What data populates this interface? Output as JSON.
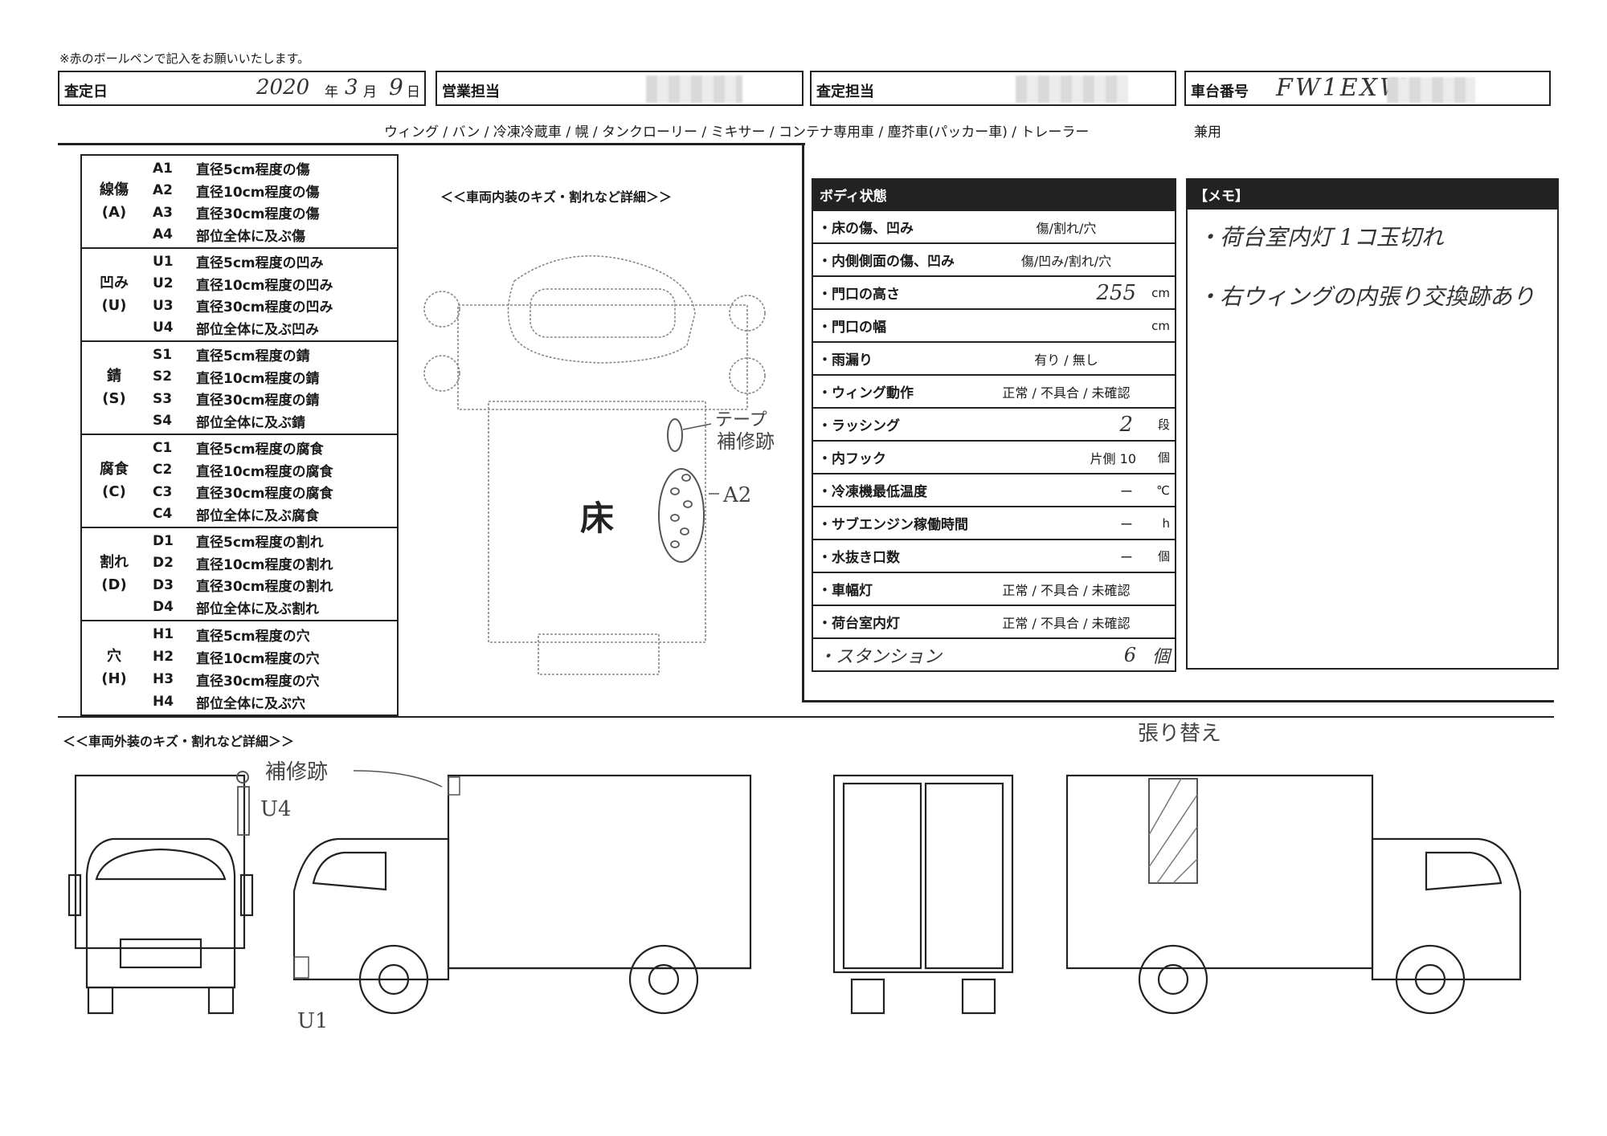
{
  "note": "※赤のボールペンで記入をお願いいたします。",
  "header": {
    "date_label": "査定日",
    "date_year": "2020",
    "year_char": "年",
    "date_month": "3",
    "month_char": "月",
    "date_day": "9",
    "day_char": "日",
    "sales_label": "営業担当",
    "assessor_label": "査定担当",
    "chassis_label": "車台番号",
    "chassis_value": "FW1EXW-"
  },
  "body_types": "ウィング / バン / 冷凍冷蔵車 / 幌 / タンクローリー / ミキサー / コンテナ専用車 / 塵芥車(パッカー車) / トレーラー",
  "combined": "兼用",
  "legend": [
    {
      "category": "線傷",
      "code": "(A)",
      "items": [
        {
          "code": "A1",
          "desc": "直径5cm程度の傷"
        },
        {
          "code": "A2",
          "desc": "直径10cm程度の傷"
        },
        {
          "code": "A3",
          "desc": "直径30cm程度の傷"
        },
        {
          "code": "A4",
          "desc": "部位全体に及ぶ傷"
        }
      ]
    },
    {
      "category": "凹み",
      "code": "(U)",
      "items": [
        {
          "code": "U1",
          "desc": "直径5cm程度の凹み"
        },
        {
          "code": "U2",
          "desc": "直径10cm程度の凹み"
        },
        {
          "code": "U3",
          "desc": "直径30cm程度の凹み"
        },
        {
          "code": "U4",
          "desc": "部位全体に及ぶ凹み"
        }
      ]
    },
    {
      "category": "錆",
      "code": "(S)",
      "items": [
        {
          "code": "S1",
          "desc": "直径5cm程度の錆"
        },
        {
          "code": "S2",
          "desc": "直径10cm程度の錆"
        },
        {
          "code": "S3",
          "desc": "直径30cm程度の錆"
        },
        {
          "code": "S4",
          "desc": "部位全体に及ぶ錆"
        }
      ]
    },
    {
      "category": "腐食",
      "code": "(C)",
      "items": [
        {
          "code": "C1",
          "desc": "直径5cm程度の腐食"
        },
        {
          "code": "C2",
          "desc": "直径10cm程度の腐食"
        },
        {
          "code": "C3",
          "desc": "直径30cm程度の腐食"
        },
        {
          "code": "C4",
          "desc": "部位全体に及ぶ腐食"
        }
      ]
    },
    {
      "category": "割れ",
      "code": "(D)",
      "items": [
        {
          "code": "D1",
          "desc": "直径5cm程度の割れ"
        },
        {
          "code": "D2",
          "desc": "直径10cm程度の割れ"
        },
        {
          "code": "D3",
          "desc": "直径30cm程度の割れ"
        },
        {
          "code": "D4",
          "desc": "部位全体に及ぶ割れ"
        }
      ]
    },
    {
      "category": "穴",
      "code": "(H)",
      "items": [
        {
          "code": "H1",
          "desc": "直径5cm程度の穴"
        },
        {
          "code": "H2",
          "desc": "直径10cm程度の穴"
        },
        {
          "code": "H3",
          "desc": "直径30cm程度の穴"
        },
        {
          "code": "H4",
          "desc": "部位全体に及ぶ穴"
        }
      ]
    }
  ],
  "interior": {
    "title": "＜＜車両内装のキズ・割れなど詳細＞＞",
    "floor_label": "床",
    "note_tape": "テープ",
    "note_repair": "補修跡",
    "note_a2": "A2"
  },
  "body_panel": {
    "title": "ボディ状態",
    "rows": [
      {
        "label": "・床の傷、凹み",
        "value": "傷/割れ/穴",
        "unit": ""
      },
      {
        "label": "・内側側面の傷、凹み",
        "value": "傷/凹み/割れ/穴",
        "unit": ""
      },
      {
        "label": "・門口の高さ",
        "value": "255",
        "unit": "cm"
      },
      {
        "label": "・門口の幅",
        "value": "",
        "unit": "cm"
      },
      {
        "label": "・雨漏り",
        "value": "有り / 無し",
        "unit": ""
      },
      {
        "label": "・ウィング動作",
        "value": "正常 / 不具合 / 未確認",
        "unit": ""
      },
      {
        "label": "・ラッシング",
        "value": "2",
        "unit": "段"
      },
      {
        "label": "・内フック",
        "value": "片側 10",
        "unit": "個"
      },
      {
        "label": "・冷凍機最低温度",
        "value": "ー",
        "unit": "℃"
      },
      {
        "label": "・サブエンジン稼働時間",
        "value": "ー",
        "unit": "h"
      },
      {
        "label": "・水抜き口数",
        "value": "ー",
        "unit": "個"
      },
      {
        "label": "・車幅灯",
        "value": "正常 / 不具合 / 未確認",
        "unit": ""
      },
      {
        "label": "・荷台室内灯",
        "value": "正常 / 不具合 / 未確認",
        "unit": ""
      },
      {
        "label": "・スタンション",
        "value": "6",
        "unit": "個"
      }
    ]
  },
  "memo": {
    "title": "【メモ】",
    "lines": [
      "・荷台室内灯 1コ玉切れ",
      "・右ウィングの内張り交換跡あり"
    ]
  },
  "exterior": {
    "title": "＜＜車両外装のキズ・割れなど詳細＞＞",
    "note_repair": "補修跡",
    "note_u4": "U4",
    "note_u1": "U1",
    "note_replace": "張り替え"
  }
}
